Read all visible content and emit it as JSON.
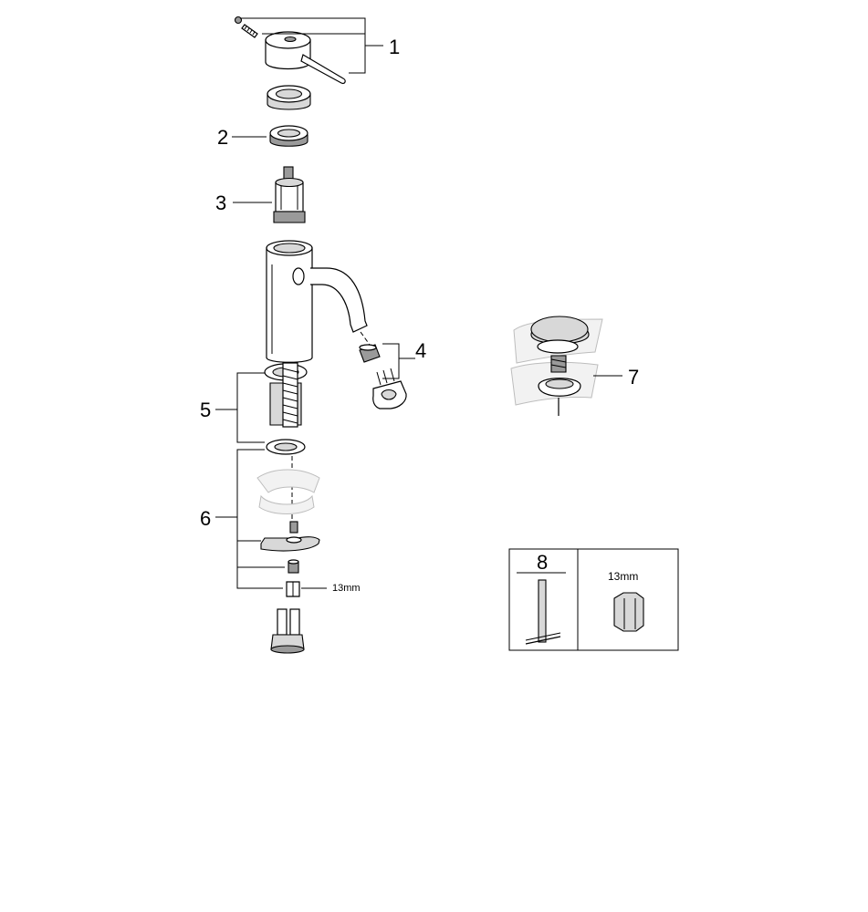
{
  "callouts": {
    "c1": "1",
    "c2": "2",
    "c3": "3",
    "c4": "4",
    "c5": "5",
    "c6": "6",
    "c7": "7"
  },
  "nut_size_label": "13mm",
  "tool_box": {
    "number": "8",
    "size_label": "13mm"
  }
}
